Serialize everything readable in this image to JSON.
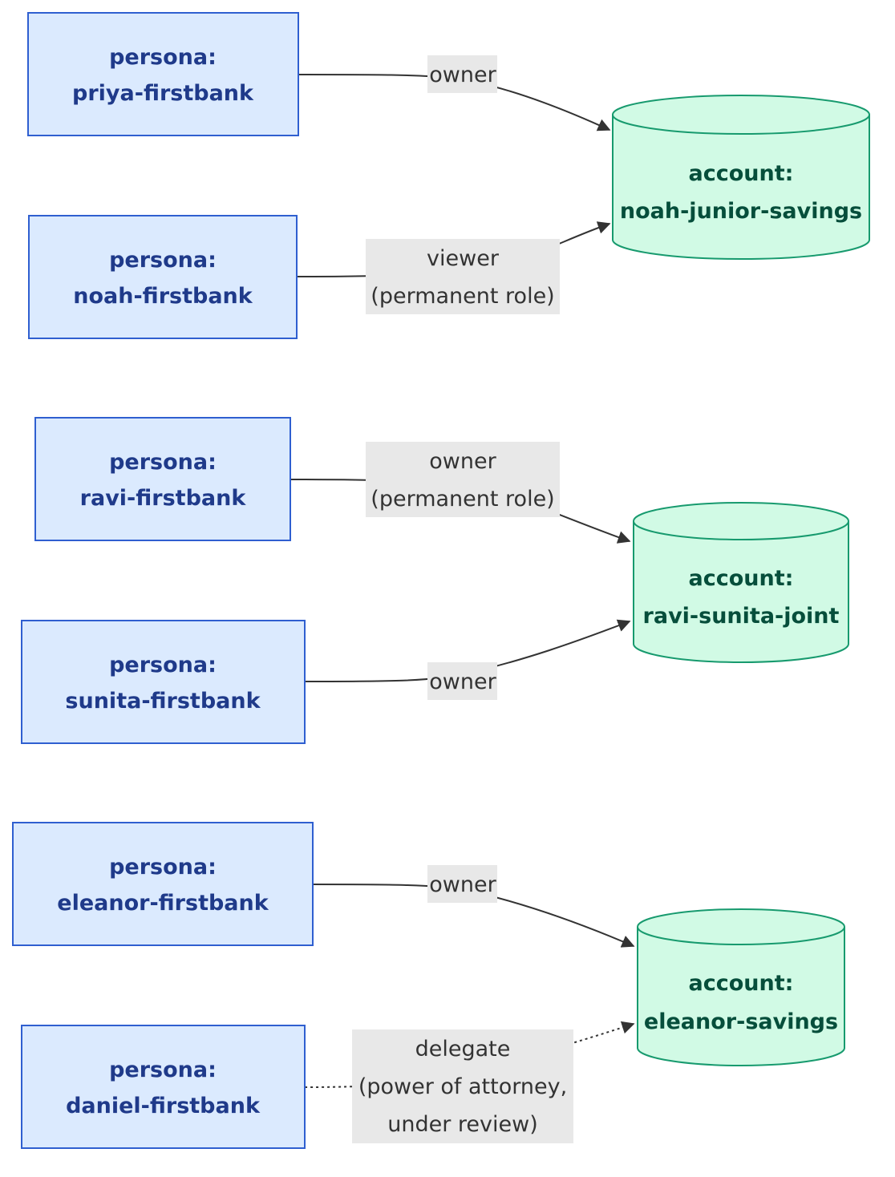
{
  "personas": [
    {
      "line1": "persona:",
      "line2": "priya-firstbank"
    },
    {
      "line1": "persona:",
      "line2": "noah-firstbank"
    },
    {
      "line1": "persona:",
      "line2": "ravi-firstbank"
    },
    {
      "line1": "persona:",
      "line2": "sunita-firstbank"
    },
    {
      "line1": "persona:",
      "line2": "eleanor-firstbank"
    },
    {
      "line1": "persona:",
      "line2": "daniel-firstbank"
    }
  ],
  "accounts": [
    {
      "line1": "account:",
      "line2": "noah-junior-savings"
    },
    {
      "line1": "account:",
      "line2": "ravi-sunita-joint"
    },
    {
      "line1": "account:",
      "line2": "eleanor-savings"
    }
  ],
  "edges": [
    {
      "from": "priya-firstbank",
      "to": "noah-junior-savings",
      "label": [
        "owner"
      ],
      "style": "solid"
    },
    {
      "from": "noah-firstbank",
      "to": "noah-junior-savings",
      "label": [
        "viewer",
        "(permanent role)"
      ],
      "style": "solid"
    },
    {
      "from": "ravi-firstbank",
      "to": "ravi-sunita-joint",
      "label": [
        "owner",
        "(permanent role)"
      ],
      "style": "solid"
    },
    {
      "from": "sunita-firstbank",
      "to": "ravi-sunita-joint",
      "label": [
        "owner"
      ],
      "style": "solid"
    },
    {
      "from": "eleanor-firstbank",
      "to": "eleanor-savings",
      "label": [
        "owner"
      ],
      "style": "solid"
    },
    {
      "from": "daniel-firstbank",
      "to": "eleanor-savings",
      "label": [
        "delegate",
        "(power of attorney,",
        "under review)"
      ],
      "style": "dotted"
    }
  ],
  "colors": {
    "persona_fill": "#dbeafe",
    "persona_stroke": "#2f5fd0",
    "persona_text": "#1f3a8a",
    "account_fill": "#d1fae5",
    "account_stroke": "#179a6e",
    "account_text": "#064e3b",
    "edge": "#333333",
    "edge_label_bg": "#e8e8e8"
  }
}
